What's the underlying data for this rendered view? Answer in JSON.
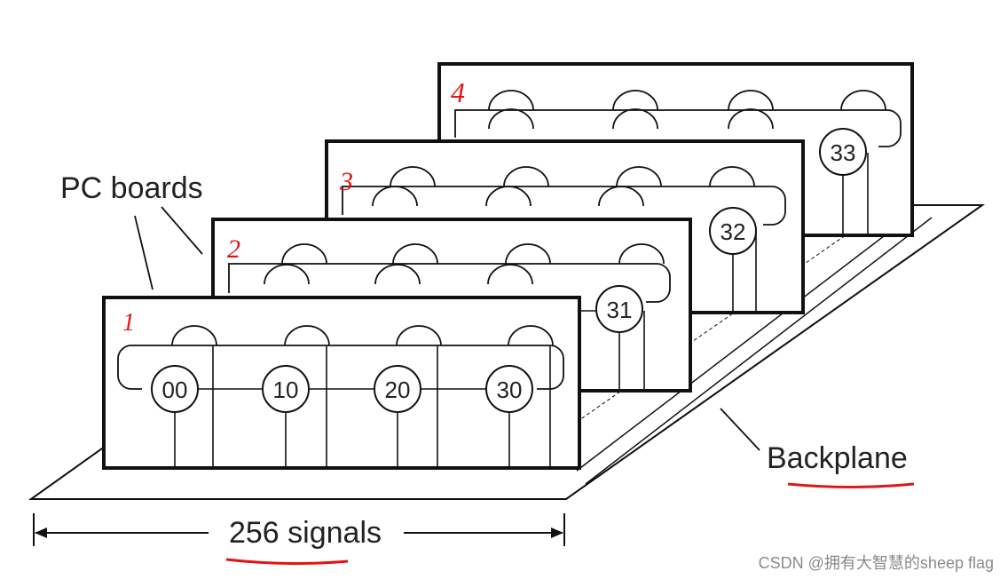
{
  "labels": {
    "pc_boards": "PC boards",
    "backplane": "Backplane",
    "signals": "256 signals"
  },
  "boards": [
    {
      "number": "1",
      "nodes": [
        "00",
        "10",
        "20",
        "30"
      ]
    },
    {
      "number": "2",
      "nodes": [
        "31"
      ]
    },
    {
      "number": "3",
      "nodes": [
        "32"
      ]
    },
    {
      "number": "4",
      "nodes": [
        "33"
      ]
    }
  ],
  "watermark": "CSDN @拥有大智慧的sheep flag",
  "colors": {
    "line": "#111111",
    "annotation": "#e01515",
    "watermark": "#8a8a8a"
  }
}
